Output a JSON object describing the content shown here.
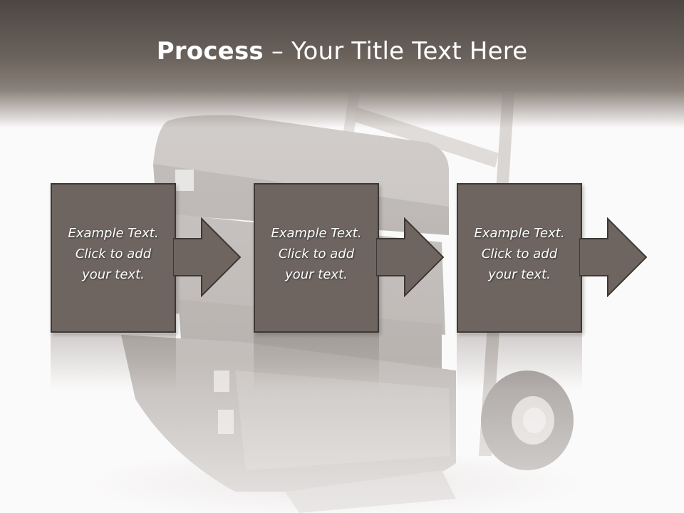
{
  "slide": {
    "title_bold": "Process",
    "title_rest": " – Your Title Text Here"
  },
  "steps": [
    {
      "line1": "Example Text.",
      "line2": "Click  to add",
      "line3": "your text."
    },
    {
      "line1": "Example Text.",
      "line2": "Click  to add",
      "line3": "your text."
    },
    {
      "line1": "Example Text.",
      "line2": "Click  to add",
      "line3": "your text."
    }
  ],
  "colors": {
    "box_fill": "#6e6560",
    "box_border": "#3e3834",
    "title_band": "#5a524d",
    "text": "#ffffff"
  },
  "background_image": "hand-truck-with-suitcases"
}
